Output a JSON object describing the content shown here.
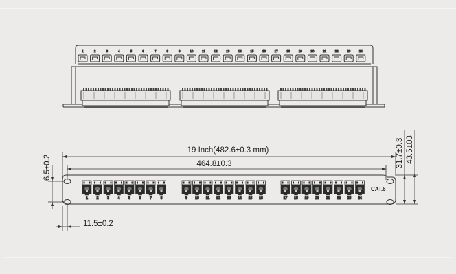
{
  "dimensions": {
    "overall_width": "19 Inch(482.6±0.3 mm)",
    "hole_spacing": "464.8±0.3",
    "height_outer": "43.5±03",
    "height_inner": "31.7±0.3",
    "hole_offset_vertical": "6.5±0.2",
    "hole_offset_horizontal": "11.5±0.2"
  },
  "panel": {
    "badge": "CAT.6",
    "port_groups": [
      [
        "1",
        "2",
        "3",
        "4",
        "5",
        "6",
        "7",
        "8"
      ],
      [
        "9",
        "10",
        "11",
        "12",
        "13",
        "14",
        "15",
        "16"
      ],
      [
        "17",
        "18",
        "19",
        "20",
        "21",
        "22",
        "23",
        "24"
      ]
    ],
    "top_labels": [
      "1",
      "2",
      "3",
      "4",
      "5",
      "6",
      "7",
      "8",
      "9",
      "10",
      "11",
      "12",
      "13",
      "14",
      "15",
      "16",
      "17",
      "18",
      "19",
      "20",
      "21",
      "22",
      "23",
      "24"
    ]
  },
  "colors": {
    "background": "#ecebe9",
    "line": "#333333",
    "port_fill": "#2a2a2a"
  }
}
